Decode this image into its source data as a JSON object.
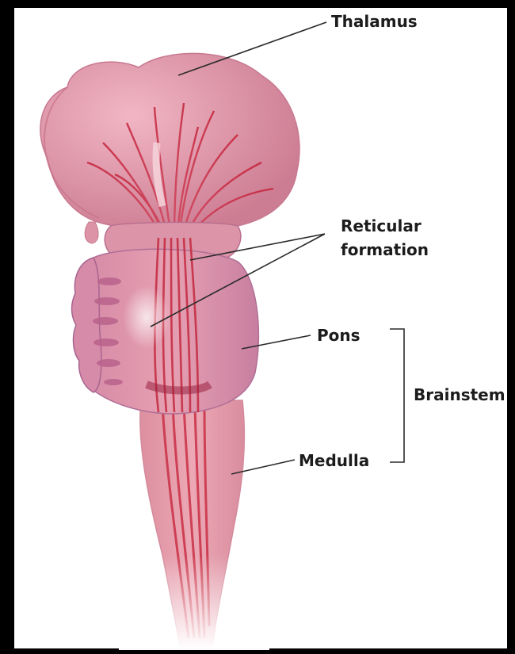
{
  "labels": {
    "thalamus": "Thalamus",
    "reticular_line1": "Reticular",
    "reticular_line2": "formation",
    "pons": "Pons",
    "brainstem": "Brainstem",
    "medulla": "Medulla"
  },
  "colors": {
    "border": "#000000",
    "panel": "#ffffff",
    "tissue_light": "#e9a2b4",
    "tissue_mid": "#d98396",
    "tissue_dark": "#b9567a",
    "fiber": "#c8283e",
    "label_text": "#1c1c1c"
  }
}
